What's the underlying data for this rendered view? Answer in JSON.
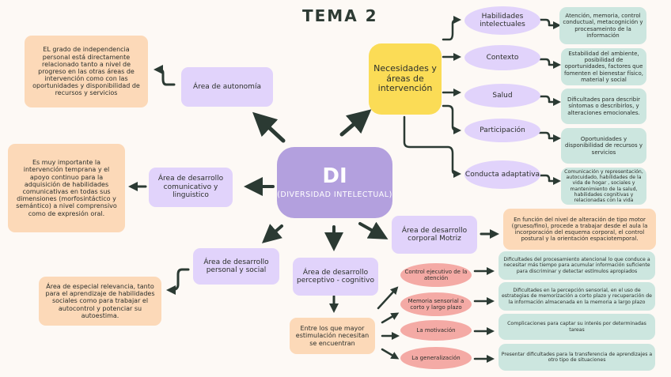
{
  "title": "TEMA 2",
  "center": {
    "label": "DI",
    "sublabel": "(DIVERSIDAD INTELECTUAL)"
  },
  "needs": {
    "label": "Necesidades y áreas de intervención",
    "items": [
      {
        "label": "Habilidades intelectuales",
        "detail": "Atención, memoria, control conductual, metacognición y procesameinto de la información"
      },
      {
        "label": "Contexto",
        "detail": "Estabilidad del ambiente, posibilidad de oportunidades, factores que fomenten el bienestar físico, material y social"
      },
      {
        "label": "Salud",
        "detail": "Dificultades para describir síntomas o describirlos, y alteraciones emocionales."
      },
      {
        "label": "Participación",
        "detail": "Oportunidades y disponibilidad de recursos y servicios"
      },
      {
        "label": "Conducta adaptativa",
        "detail": "Comunicación y representación, autocuidado, habilidades de la vida de hogar , sociales y mantenimiento de la salud, habilidades cognitivas y relacionadas con la vida"
      }
    ]
  },
  "areas": {
    "autonomia": {
      "label": "Área de autonomía",
      "detail": "EL grado de independencia personal está directamente relacionado tanto a nivel de progreso en las otras áreas de intervención como con las oportunidades y disponibilidad de recursos y servicios"
    },
    "comunicativo": {
      "label": "Área de desarrollo comunicativo y linguistico",
      "detail": "Es muy importante la intervención temprana y el apoyo continuo para la adquisición de habilidades comunicativas en todas sus dimensiones (morfosintáctico y semántico) a nivel comprensivo como de expresión oral."
    },
    "personal": {
      "label": "Área de desarrollo personal y social",
      "detail": "Área de especial relevancia, tanto para el aprendizaje de habilidades sociales como para trabajar el autocontrol y potenciar su autoestima."
    },
    "motriz": {
      "label": "Área de desarrollo corporal Motriz",
      "detail": "En función del nivel de alteración de tipo motor (grueso/fino), procede a trabajar desde el aula la incorporación del esquema corporal, el control postural y la orientación espaciotemporal."
    },
    "perceptivo": {
      "label": "Área de desarrollo perceptivo - cognitivo",
      "intro": "Entre los que mayor estimulación necesitan se encuentran",
      "items": [
        {
          "label": "Control ejecutivo de la atención",
          "detail": "Dificultades del procesamiento atencional lo que conduce a necesitar más tiempo para acumular información suficiente para discriminar y detectar estímulos apropiados"
        },
        {
          "label": "Memoria sensorial a corto y largo plazo",
          "detail": "Dificultades en la percepción sensorial, en el uso de estrategias de memorización a corto plazo y recuperación de la información almacenada en la memoria a largo plazo"
        },
        {
          "label": "La motivación",
          "detail": "Complicaciones para captar su interés por determinadas tareas"
        },
        {
          "label": "La generalización",
          "detail": "Presentar dificultades para la transferencia de aprendizajes a otro tipo de situaciones"
        }
      ]
    }
  },
  "colors": {
    "lavender": "#e1d3fb",
    "peach": "#fcd9b8",
    "mint": "#cce6df",
    "pink": "#f4aaa5",
    "yellow": "#fbdc56",
    "center": "#b3a0de",
    "arrow": "#2b3a33",
    "background": "#fdf9f5"
  }
}
